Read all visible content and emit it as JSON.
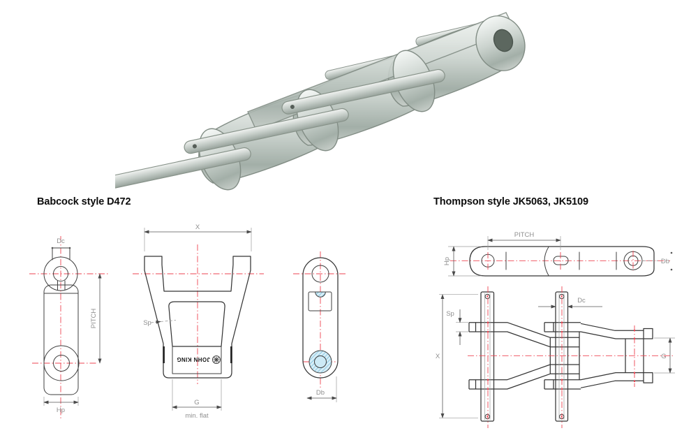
{
  "headings": {
    "babcock": "Babcock style D472",
    "thompson": "Thompson style JK5063, JK5109"
  },
  "babcock": {
    "side_view": {
      "top_label": "Dc",
      "pitch_label": "PITCH",
      "bottom_label": "Hp"
    },
    "front_view": {
      "top_label": "X",
      "thickness_label": "Sp",
      "bottom_label": "G",
      "bottom_note": "min. flat",
      "brand": "JOHN KING"
    },
    "section_view": {
      "bottom_label": "Db"
    }
  },
  "thompson": {
    "plan_view": {
      "pitch_label": "PITCH",
      "left_label": "Hp",
      "right_label": "Db"
    },
    "assembly_view": {
      "thickness_label": "Sp",
      "width_label": "X",
      "pin_label": "Dc",
      "inner_label": "G"
    }
  },
  "colors": {
    "centerline_red": "#ee4350",
    "drawing_line": "#3f3f3f",
    "dimension_text_gray": "#8f8f8f",
    "hatch_blue": "#5fb4d6",
    "hatch_fill": "#d6edf7",
    "metal_light": "#eef1ef",
    "metal_dark": "#97a29b"
  }
}
